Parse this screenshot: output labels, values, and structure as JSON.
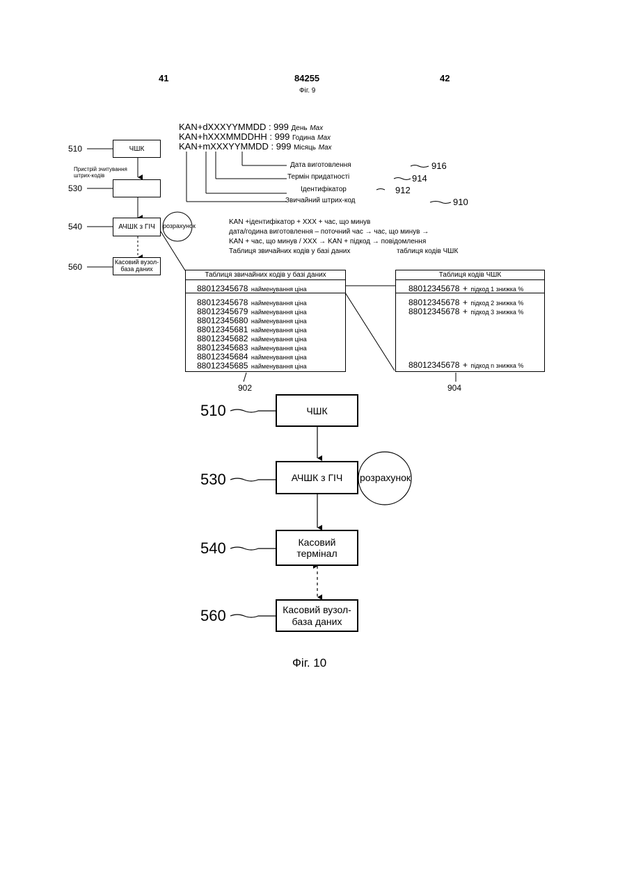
{
  "header": {
    "left_page": "41",
    "doc_number": "84255",
    "right_page": "42"
  },
  "fig9": {
    "title": "Фіг. 9",
    "formulas": [
      {
        "code": "KAN+dXXXYYMMDD : 999",
        "label": "День",
        "max": "Max"
      },
      {
        "code": "KAN+hXXXMMDDHH : 999",
        "label": "Година",
        "max": "Max"
      },
      {
        "code": "KAN+mXXXYYMMDD : 999",
        "label": "Місяць",
        "max": "Max"
      }
    ],
    "callouts": [
      {
        "text": "Дата виготовлення",
        "ref": "916"
      },
      {
        "text": "Термін придатності",
        "ref": "914"
      },
      {
        "text": "Ідентифікатор",
        "ref": "912"
      },
      {
        "text": "Звичайний штрих-код",
        "ref": "910"
      }
    ],
    "blocks": [
      {
        "ref": "510",
        "label": "ЧШК"
      },
      {
        "ref": "530",
        "label": ""
      },
      {
        "ref": "540",
        "label": "АЧШК з ГІЧ"
      },
      {
        "ref": "560",
        "label_line1": "Касовий вузол-",
        "label_line2": "база даних"
      }
    ],
    "reader_label_line1": "Пристрій зчитування",
    "reader_label_line2": "штрих-кодів",
    "circle_label": "розрахунок",
    "process_lines": [
      "KAN +ідентифікатор + XXX + час, що минув",
      "дата/година виготовлення – поточний час → час, що минув →",
      "KAN + час, що минув / XXX → KAN + підкод → повідомлення"
    ],
    "table_caption_left": "Таблиця звичайних кодів у базі даних",
    "table_caption_right": "таблиця кодів ЧШК",
    "table_left": {
      "header": "Таблиця звичайних кодів у базі даних",
      "first_row": {
        "code": "88012345678",
        "desc": "найменування ціна"
      },
      "rows": [
        {
          "code": "88012345678",
          "desc": "найменування ціна"
        },
        {
          "code": "88012345679",
          "desc": "найменування ціна"
        },
        {
          "code": "88012345680",
          "desc": "найменування ціна"
        },
        {
          "code": "88012345681",
          "desc": "найменування ціна"
        },
        {
          "code": "88012345682",
          "desc": "найменування ціна"
        },
        {
          "code": "88012345683",
          "desc": "найменування ціна"
        },
        {
          "code": "88012345684",
          "desc": "найменування ціна"
        },
        {
          "code": "88012345685",
          "desc": "найменування ціна"
        }
      ],
      "ref": "902"
    },
    "table_right": {
      "header": "Таблиця кодів ЧШК",
      "first_row": {
        "code": "88012345678",
        "plus": "+",
        "desc": "підкод 1 знижка %"
      },
      "rows": [
        {
          "code": "88012345678",
          "plus": "+",
          "desc": "підкод 2 знижка %"
        },
        {
          "code": "88012345678",
          "plus": "+",
          "desc": "підкод 3 знижка %"
        }
      ],
      "last_row": {
        "code": "88012345678",
        "plus": "+",
        "desc": "підкод n знижка %"
      },
      "ref": "904"
    }
  },
  "fig10": {
    "title": "Фіг. 10",
    "blocks": [
      {
        "ref": "510",
        "label": "ЧШК"
      },
      {
        "ref": "530",
        "label": "АЧШК з ГІЧ"
      },
      {
        "ref": "540",
        "label": "Касовий термінал"
      },
      {
        "ref": "560",
        "label_line1": "Касовий вузол-",
        "label_line2": "база даних"
      }
    ],
    "circle_label": "розрахунок"
  }
}
